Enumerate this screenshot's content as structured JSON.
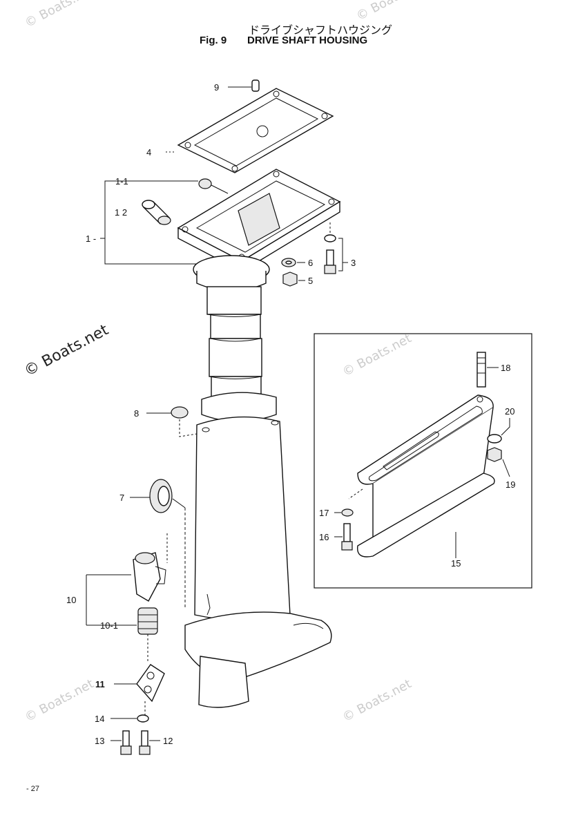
{
  "header": {
    "title_jp": "ドライブシャフトハウジング",
    "fig_label": "Fig. 9",
    "title_en": "DRIVE SHAFT HOUSING"
  },
  "watermark": "© Boats.net",
  "page_number": "- 27",
  "callouts": [
    {
      "id": "9",
      "label": "9"
    },
    {
      "id": "4",
      "label": "4"
    },
    {
      "id": "1-1",
      "label": "1-1"
    },
    {
      "id": "12-top",
      "label": "1 2"
    },
    {
      "id": "1",
      "label": "1 -"
    },
    {
      "id": "6",
      "label": "6"
    },
    {
      "id": "3",
      "label": "3"
    },
    {
      "id": "5",
      "label": "5"
    },
    {
      "id": "8",
      "label": "8"
    },
    {
      "id": "7",
      "label": "7"
    },
    {
      "id": "10",
      "label": "10"
    },
    {
      "id": "10-1",
      "label": "10-1"
    },
    {
      "id": "11",
      "label": "11"
    },
    {
      "id": "14",
      "label": "14"
    },
    {
      "id": "13",
      "label": "13"
    },
    {
      "id": "12",
      "label": "12"
    },
    {
      "id": "18",
      "label": "18"
    },
    {
      "id": "20",
      "label": "20"
    },
    {
      "id": "19",
      "label": "19"
    },
    {
      "id": "17",
      "label": "17"
    },
    {
      "id": "16",
      "label": "16"
    },
    {
      "id": "15",
      "label": "15"
    }
  ]
}
